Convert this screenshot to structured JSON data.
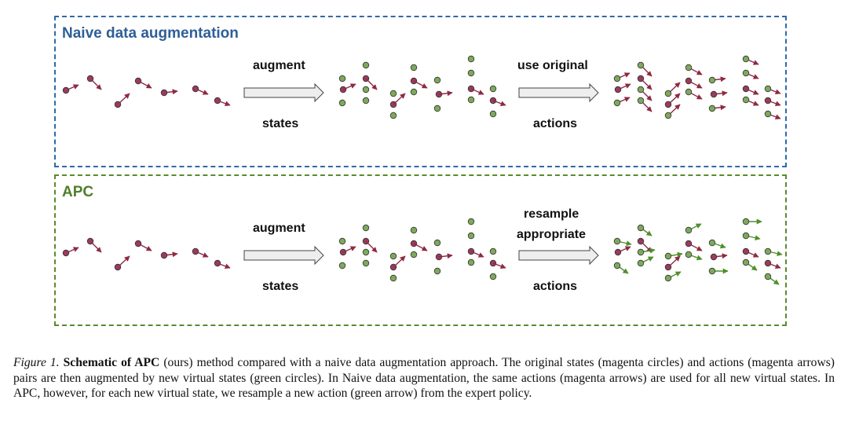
{
  "figure": {
    "panels": [
      {
        "title": "Naive data augmentation",
        "label_augment": "augment",
        "label_states": "states",
        "label_action_top": "use original",
        "label_action_top2": "",
        "label_action_bottom": "actions"
      },
      {
        "title": "APC",
        "label_augment": "augment",
        "label_states": "states",
        "label_action_top": "resample",
        "label_action_top2": "appropriate",
        "label_action_bottom": "actions"
      }
    ],
    "colors": {
      "magenta": "#9b3a5c",
      "green": "#7daa5a",
      "arrow_magenta": "#8e2a42",
      "arrow_green": "#4f8f2a",
      "blue_border": "#2e6aa8",
      "green_border": "#5b8a2e"
    }
  },
  "caption": {
    "figure_label": "Figure 1.",
    "bold_text": "Schematic of APC",
    "text": "(ours) method compared with a naive data augmentation approach. The original states (magenta circles) and actions (magenta arrows) pairs are then augmented by new virtual states (green circles). In Naive data augmentation, the same actions (magenta arrows) are used for all new virtual states. In APC, however, for each new virtual state, we resample a new action (green arrow) from the expert policy."
  }
}
